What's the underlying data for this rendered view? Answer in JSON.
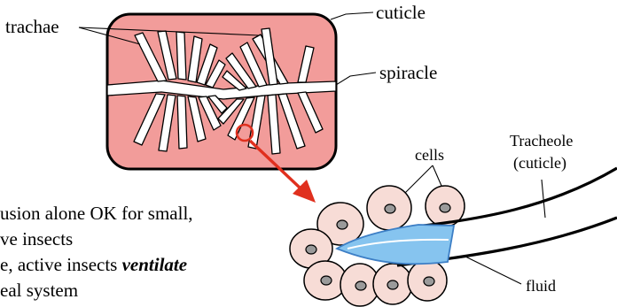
{
  "labels": {
    "trachae": "trachae",
    "cuticle": "cuticle",
    "spiracle": "spiracle",
    "cells": "cells",
    "tracheole_line1": "Tracheole",
    "tracheole_line2": "(cuticle)",
    "fluid": "fluid"
  },
  "body_text": {
    "line1": "usion alone OK for small,",
    "line2": "ve insects",
    "line3_before": "e, active insects ",
    "line3_emph": "ventilate",
    "line4": "eal system"
  },
  "colors": {
    "body_fill": "#f29c9a",
    "cell_fill": "#f7dcd6",
    "fluid_fill": "#86c4ef",
    "fluid_outline": "#3d7fc6",
    "highlight": "#e0301e",
    "line": "#000000"
  }
}
